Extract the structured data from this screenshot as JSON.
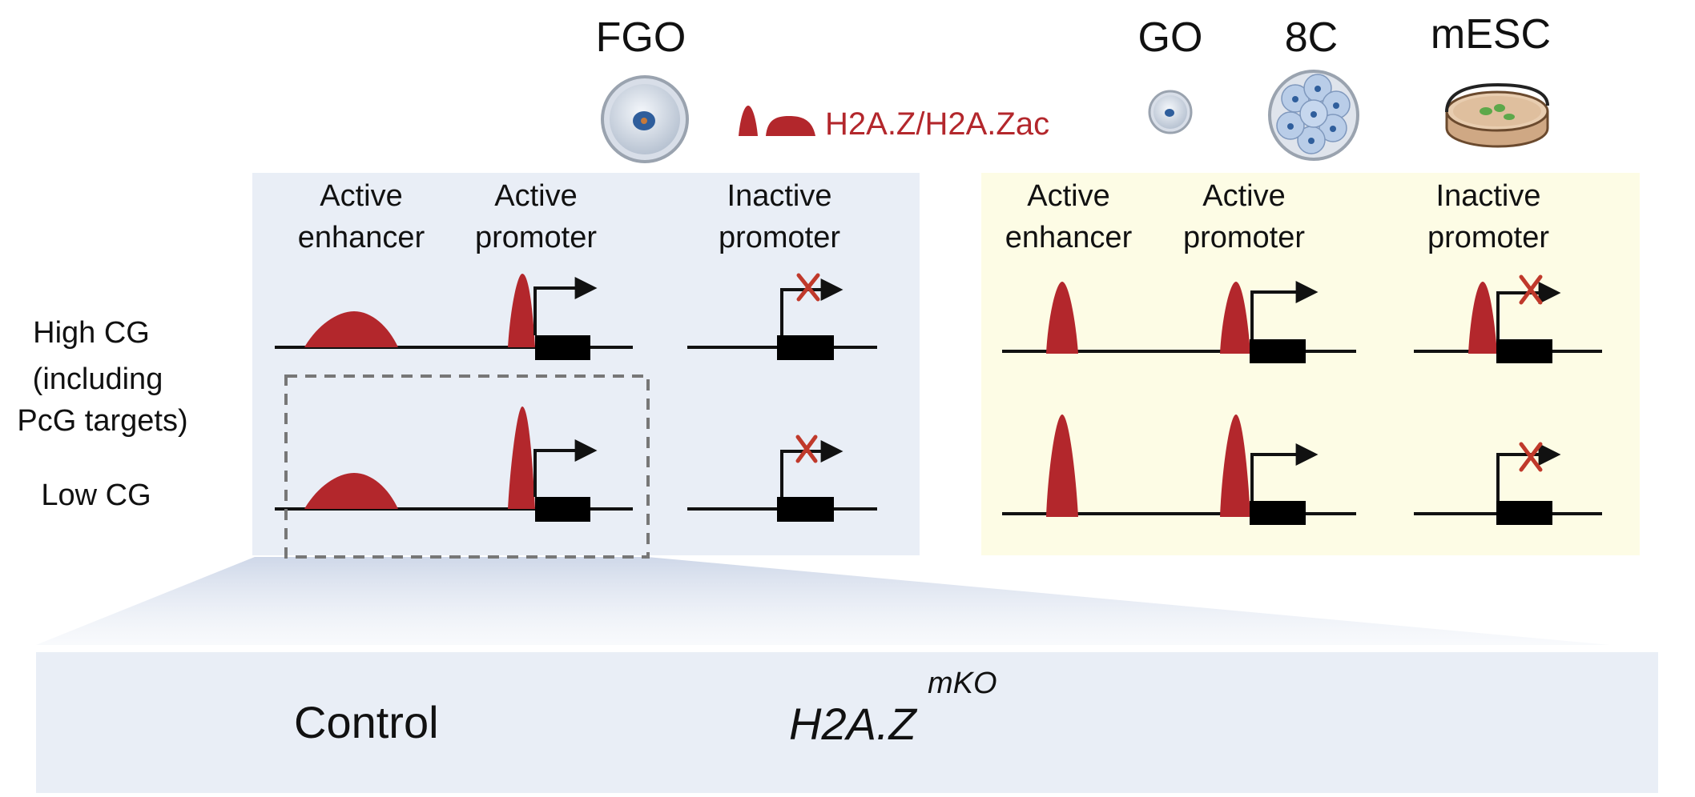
{
  "stages": {
    "fgo": "FGO",
    "go": "GO",
    "c8": "8C",
    "mesc": "mESC"
  },
  "legend": {
    "label": "H2A.Z/H2A.Zac",
    "color": "#b3272c"
  },
  "left_panel": {
    "columns": {
      "enhancer_line1": "Active",
      "enhancer_line2": "enhancer",
      "promoter_line1": "Active",
      "promoter_line2": "promoter",
      "inactive_line1": "Inactive",
      "inactive_line2": "promoter"
    },
    "background": "#e9eef6"
  },
  "right_panel": {
    "columns": {
      "enhancer_line1": "Active",
      "enhancer_line2": "enhancer",
      "promoter_line1": "Active",
      "promoter_line2": "promoter",
      "inactive_line1": "Inactive",
      "inactive_line2": "promoter"
    },
    "background": "#fdfce5"
  },
  "rows": {
    "high_line1": "High CG",
    "high_line2": "(including",
    "high_line3": "PcG targets)",
    "low": "Low CG"
  },
  "bottom": {
    "control": "Control",
    "mutant": "H2A.Z",
    "mutant_sup": "mKO",
    "background": "#e9eef6"
  }
}
